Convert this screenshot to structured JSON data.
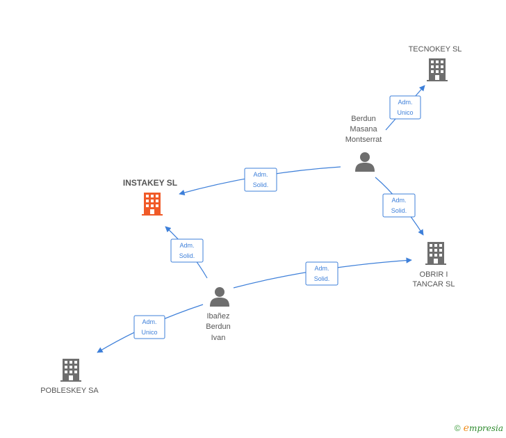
{
  "colors": {
    "accent": "#3d7fd9",
    "company_gray": "#6e6e6e",
    "company_highlight": "#f05a28",
    "person_gray": "#6e6e6e"
  },
  "nodes": {
    "tecnokey": {
      "label": "TECNOKEY SL",
      "icon": "building-icon"
    },
    "instakey": {
      "label": "INSTAKEY SL",
      "icon": "building-icon"
    },
    "obrir": {
      "line1": "OBRIR I",
      "line2": "TANCAR  SL",
      "icon": "building-icon"
    },
    "poblekey": {
      "label": "POBLESKEY SA",
      "icon": "building-icon"
    },
    "berdun": {
      "line1": "Berdun",
      "line2": "Masana",
      "line3": "Montserrat",
      "icon": "person-icon"
    },
    "ibanez": {
      "line1": "Ibañez",
      "line2": "Berdun",
      "line3": "Ivan",
      "icon": "person-icon"
    }
  },
  "edges": {
    "berdun_tecnokey": {
      "line1": "Adm.",
      "line2": "Unico"
    },
    "berdun_instakey": {
      "line1": "Adm.",
      "line2": "Solid."
    },
    "berdun_obrir": {
      "line1": "Adm.",
      "line2": "Solid."
    },
    "ibanez_instakey": {
      "line1": "Adm.",
      "line2": "Solid."
    },
    "ibanez_obrir": {
      "line1": "Adm.",
      "line2": "Solid."
    },
    "ibanez_poblekey": {
      "line1": "Adm.",
      "line2": "Unico"
    }
  },
  "footer": {
    "copyright": "©",
    "brand_initial": "e",
    "brand_rest": "mpresia"
  }
}
